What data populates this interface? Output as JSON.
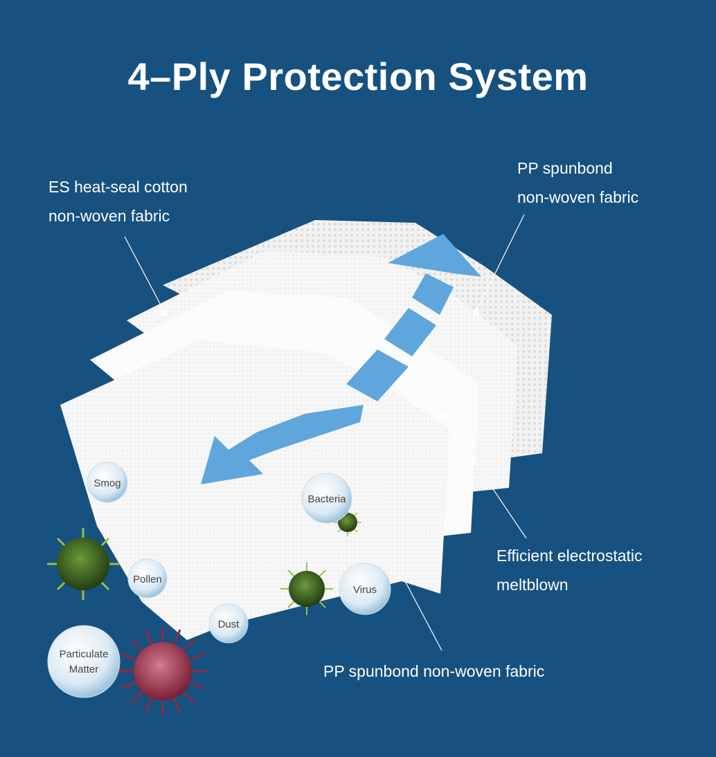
{
  "title": "4–Ply Protection System",
  "labels": {
    "es_layer": [
      "ES heat-seal cotton",
      "non-woven fabric"
    ],
    "pp_outer": [
      "PP spunbond",
      "non-woven fabric"
    ],
    "meltblown": [
      "Efficient electrostatic",
      "meltblown"
    ],
    "pp_inner": "PP spunbond non-woven fabric"
  },
  "particles": {
    "smog": "Smog",
    "bacteria": "Bacteria",
    "pollen": "Pollen",
    "virus": "Virus",
    "dust": "Dust",
    "particulate": [
      "Particulate",
      "Matter"
    ]
  },
  "colors": {
    "background": "#17517f",
    "arrow": "#5fa6dc",
    "layer": "#f4f4f4"
  }
}
